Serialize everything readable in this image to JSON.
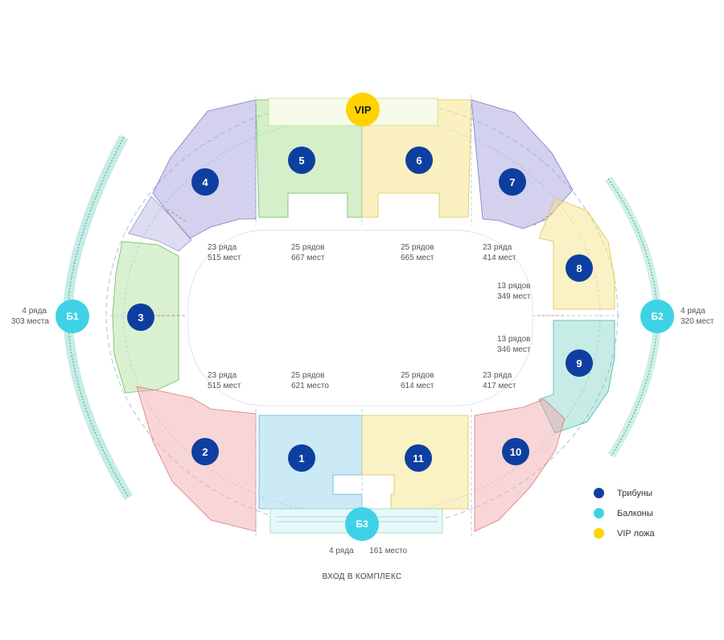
{
  "colors": {
    "tribune": "#0e3fa0",
    "balcony": "#3fd2e6",
    "vip": "#ffd200",
    "sector_green": "#9fdc8a",
    "sector_yellow": "#f5e48c",
    "sector_blue": "#8fd0ec",
    "sector_purple": "#9e9ad8",
    "sector_red": "#f0a3a9",
    "sector_teal": "#5fc9b4",
    "dashed_line": "#9ec7df"
  },
  "tribunes": [
    {
      "id": "1",
      "label": "1"
    },
    {
      "id": "2",
      "label": "2"
    },
    {
      "id": "3",
      "label": "3"
    },
    {
      "id": "4",
      "label": "4"
    },
    {
      "id": "5",
      "label": "5"
    },
    {
      "id": "6",
      "label": "6"
    },
    {
      "id": "7",
      "label": "7"
    },
    {
      "id": "8",
      "label": "8"
    },
    {
      "id": "9",
      "label": "9"
    },
    {
      "id": "10",
      "label": "10"
    },
    {
      "id": "11",
      "label": "11"
    }
  ],
  "balconies": [
    {
      "id": "b1",
      "label": "Б1",
      "rows": "4 ряда",
      "seats": "303 места"
    },
    {
      "id": "b2",
      "label": "Б2",
      "rows": "4 ряда",
      "seats": "320 мест"
    },
    {
      "id": "b3",
      "label": "Б3",
      "rows": "4 ряда",
      "seats": "161 место"
    }
  ],
  "vip": {
    "label": "VIP"
  },
  "capacities": {
    "s4": {
      "rows": "23 ряда",
      "seats": "515 мест"
    },
    "s5": {
      "rows": "25 рядов",
      "seats": "667 мест"
    },
    "s6": {
      "rows": "25 рядов",
      "seats": "665 мест"
    },
    "s7": {
      "rows": "23 ряда",
      "seats": "414 мест"
    },
    "s8": {
      "rows": "13 рядов",
      "seats": "349 мест"
    },
    "s9": {
      "rows": "13 рядов",
      "seats": "346 мест"
    },
    "s2": {
      "rows": "23 ряда",
      "seats": "515 мест"
    },
    "s1": {
      "rows": "25 рядов",
      "seats": "621 место"
    },
    "s11": {
      "rows": "25 рядов",
      "seats": "614 мест"
    },
    "s10": {
      "rows": "23 ряда",
      "seats": "417 мест"
    }
  },
  "legend": [
    {
      "label": "Трибуны",
      "color": "#0e3fa0"
    },
    {
      "label": "Балконы",
      "color": "#3fd2e6"
    },
    {
      "label": "VIP ложа",
      "color": "#ffd200"
    }
  ],
  "entrance": "ВХОД В КОМПЛЕКС"
}
